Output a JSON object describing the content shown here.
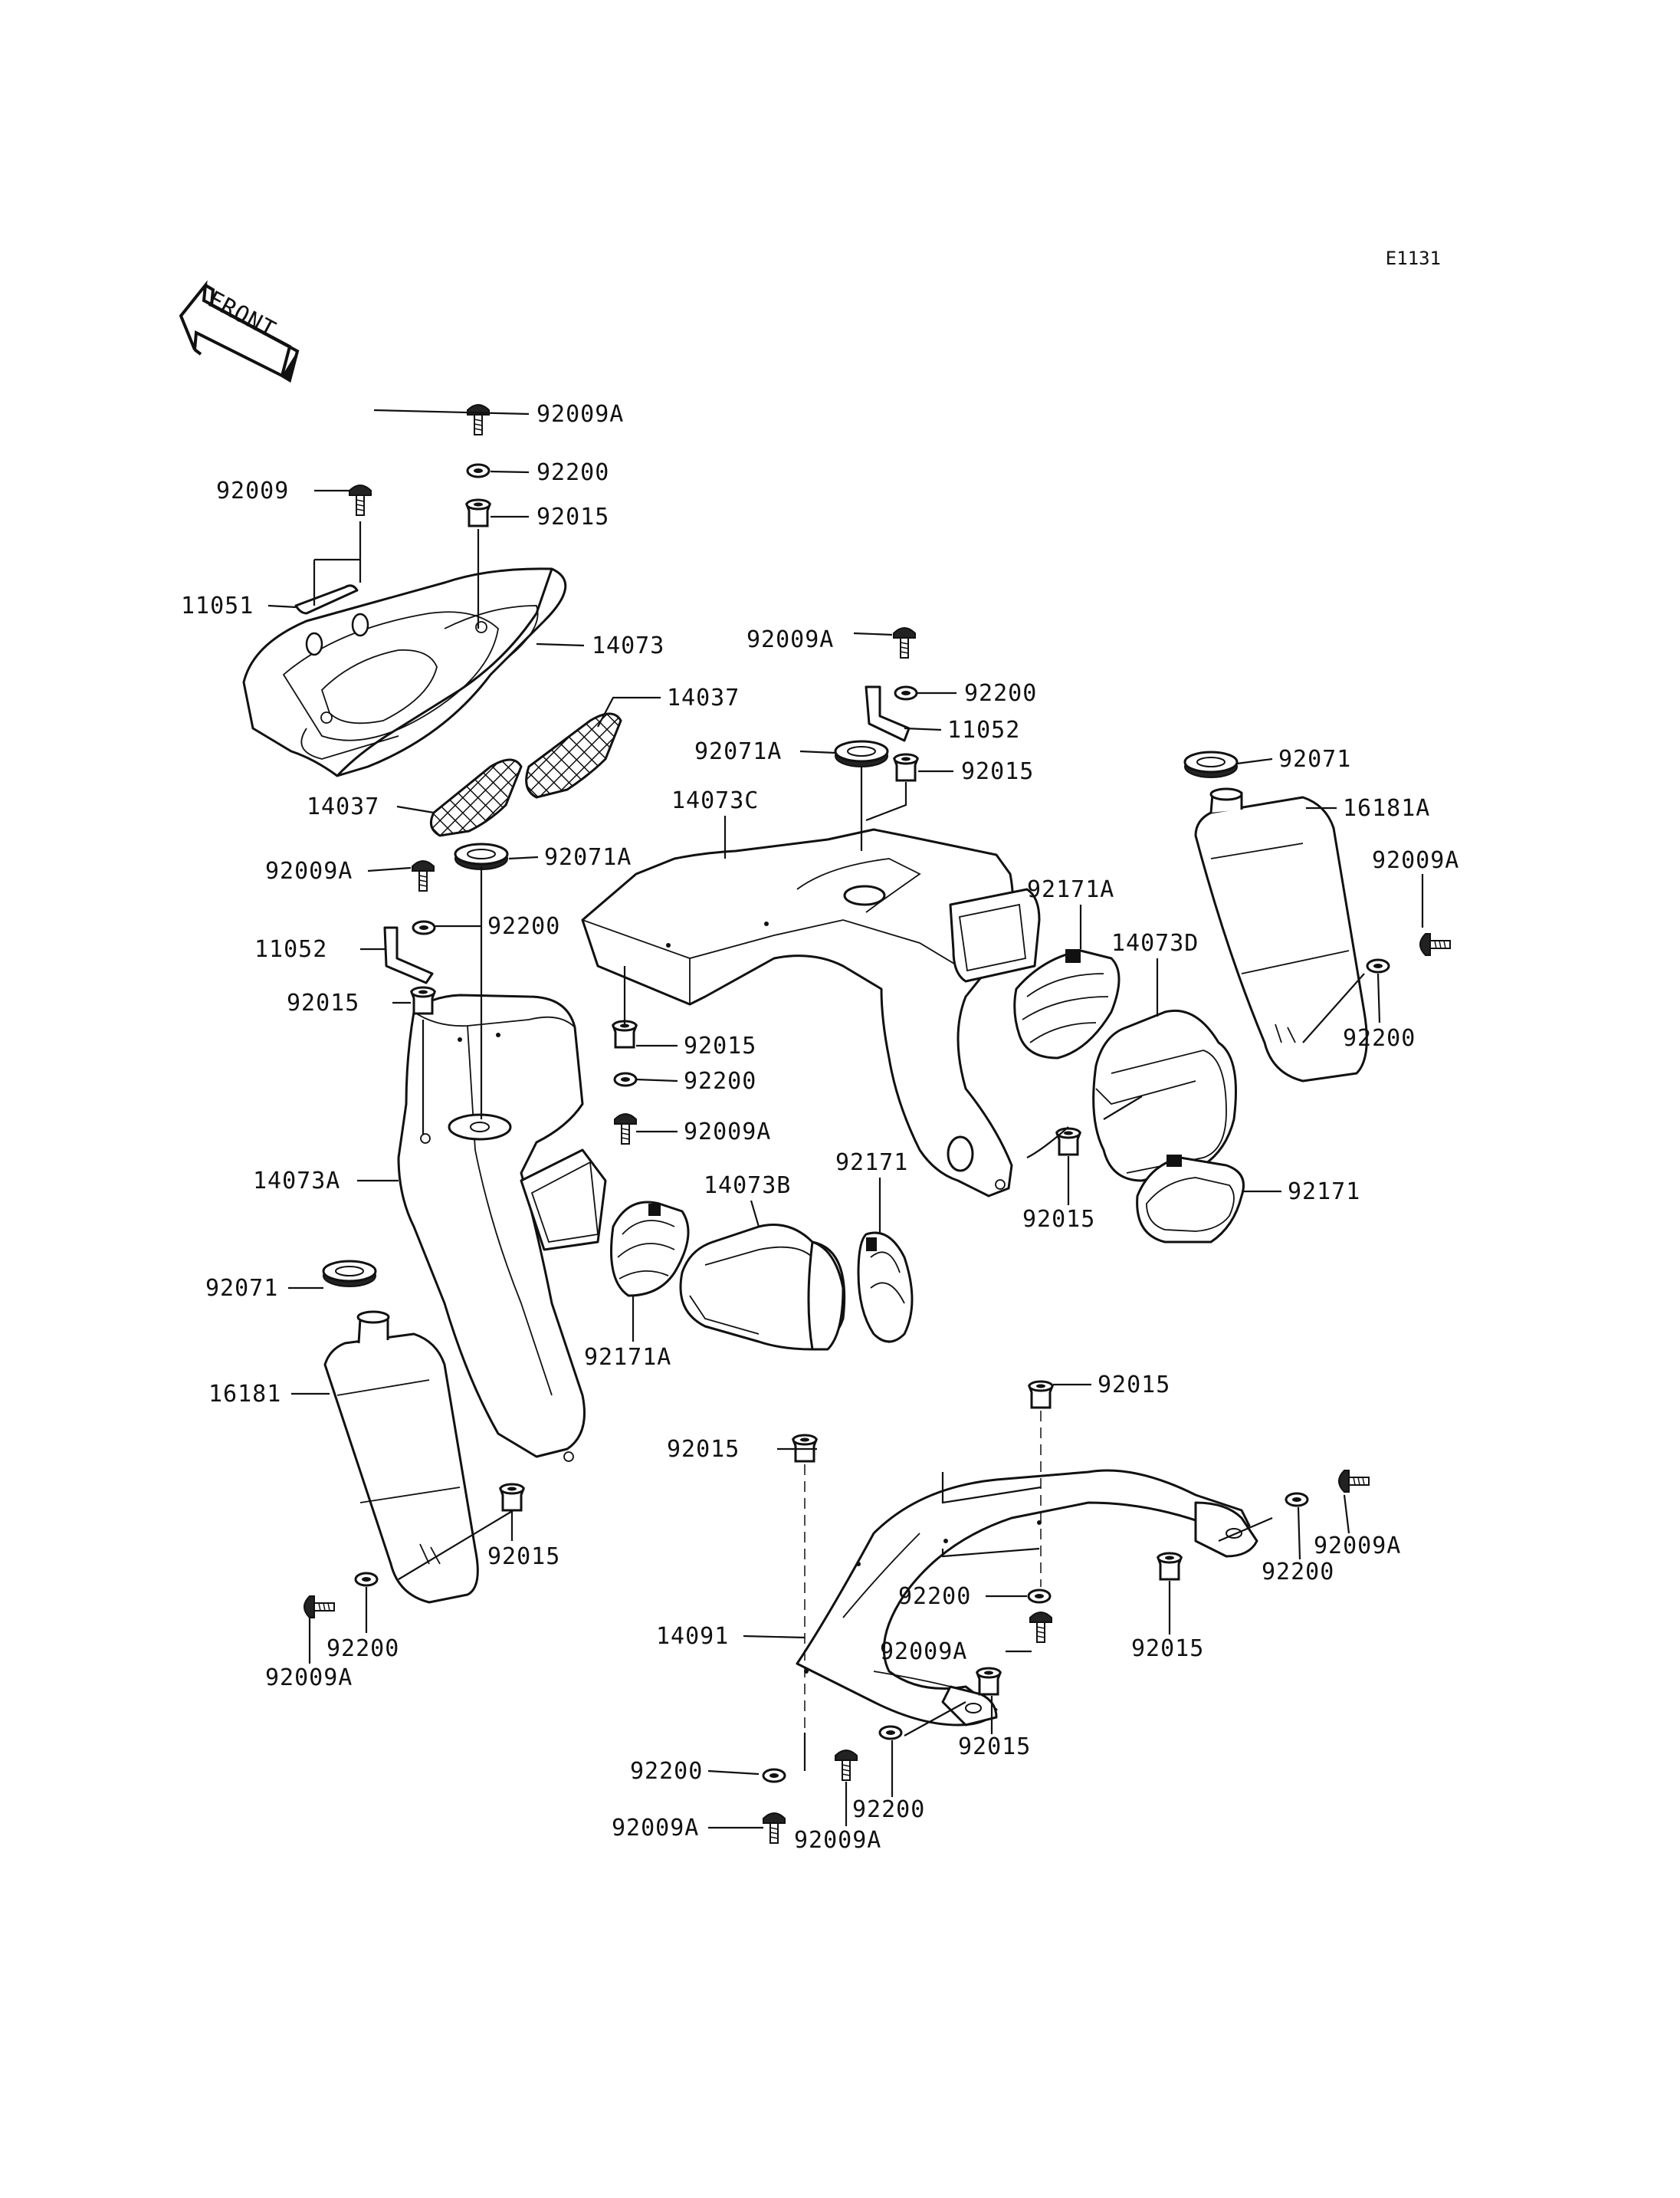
{
  "diagram_code": "E1131",
  "front_label": "FRONT",
  "labels": {
    "l01": "92009A",
    "l02": "92200",
    "l03": "92009",
    "l04": "92015",
    "l05": "11051",
    "l06": "14073",
    "l07": "14037",
    "l08": "14037",
    "l09": "92009A",
    "l10": "92200",
    "l11": "11052",
    "l12": "92071A",
    "l13": "92015",
    "l14": "92071",
    "l15": "14073C",
    "l16": "16181A",
    "l17": "92009A",
    "l18": "92071A",
    "l19": "92009A",
    "l20": "92200",
    "l21": "11052",
    "l22": "92171A",
    "l23": "14073D",
    "l24": "92015",
    "l25": "92015",
    "l26": "92200",
    "l27": "92200",
    "l28": "92009A",
    "l29": "14073A",
    "l30": "14073B",
    "l31": "92171",
    "l32": "92015",
    "l33": "92171",
    "l34": "92071",
    "l35": "92171A",
    "l36": "16181",
    "l37": "92015",
    "l38": "92015",
    "l39": "92009A",
    "l40": "92015",
    "l41": "92200",
    "l42": "92200",
    "l43": "92200",
    "l44": "92015",
    "l45": "92009A",
    "l46": "92009A",
    "l47": "14091",
    "l48": "92015",
    "l49": "92200",
    "l50": "92200",
    "l51": "92009A",
    "l52": "92009A"
  }
}
